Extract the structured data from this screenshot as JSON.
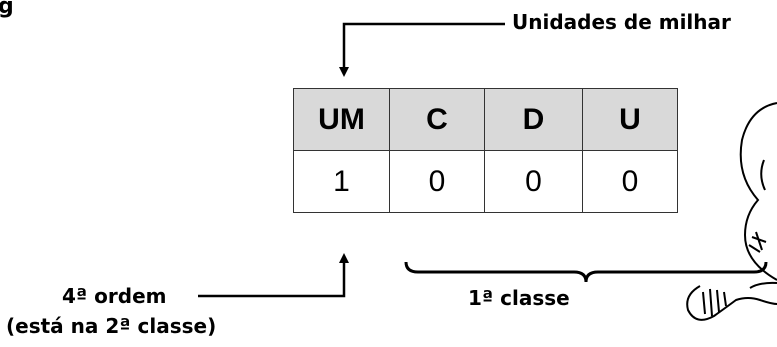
{
  "top_fragment": "g",
  "labels": {
    "thousands_units": "Unidades de milhar",
    "order": "4ª ordem",
    "class_note": "(está na 2ª classe)",
    "first_class": "1ª classe"
  },
  "table": {
    "headers": [
      "UM",
      "C",
      "D",
      "U"
    ],
    "digits": [
      "1",
      "0",
      "0",
      "0"
    ]
  }
}
